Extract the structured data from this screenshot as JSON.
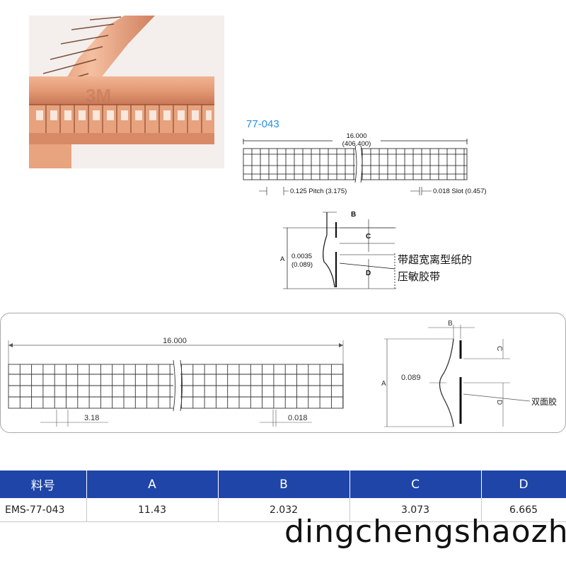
{
  "drawing_top": {
    "part_number": "77-043",
    "length_label": "16.000",
    "length_mm_label": "(406.400)",
    "pitch_label": "0.125 Pitch (3.175)",
    "slot_label": "0.018 Slot (0.457)",
    "dim_a": "A",
    "dim_b": "B",
    "dim_c": "C",
    "dim_d": "D",
    "thickness_label": "0.0035",
    "thickness_mm_label": "(0.089)",
    "note_line1": "带超宽离型纸的",
    "note_line2": "压敏胶带"
  },
  "drawing_bottom": {
    "length_label": "16.000",
    "pitch_label": "3.18",
    "slot_label": "0.018",
    "thickness_label": "0.089",
    "dim_a": "A",
    "dim_b": "B",
    "dim_c": "C",
    "dim_d": "D",
    "note": "双面胶"
  },
  "spec_table": {
    "headers": [
      "料号",
      "A",
      "B",
      "C",
      "D"
    ],
    "rows": [
      [
        "EMS-77-043",
        "11.43",
        "2.032",
        "3.073",
        "6.665"
      ]
    ]
  },
  "watermark": "dingchengshaozh"
}
